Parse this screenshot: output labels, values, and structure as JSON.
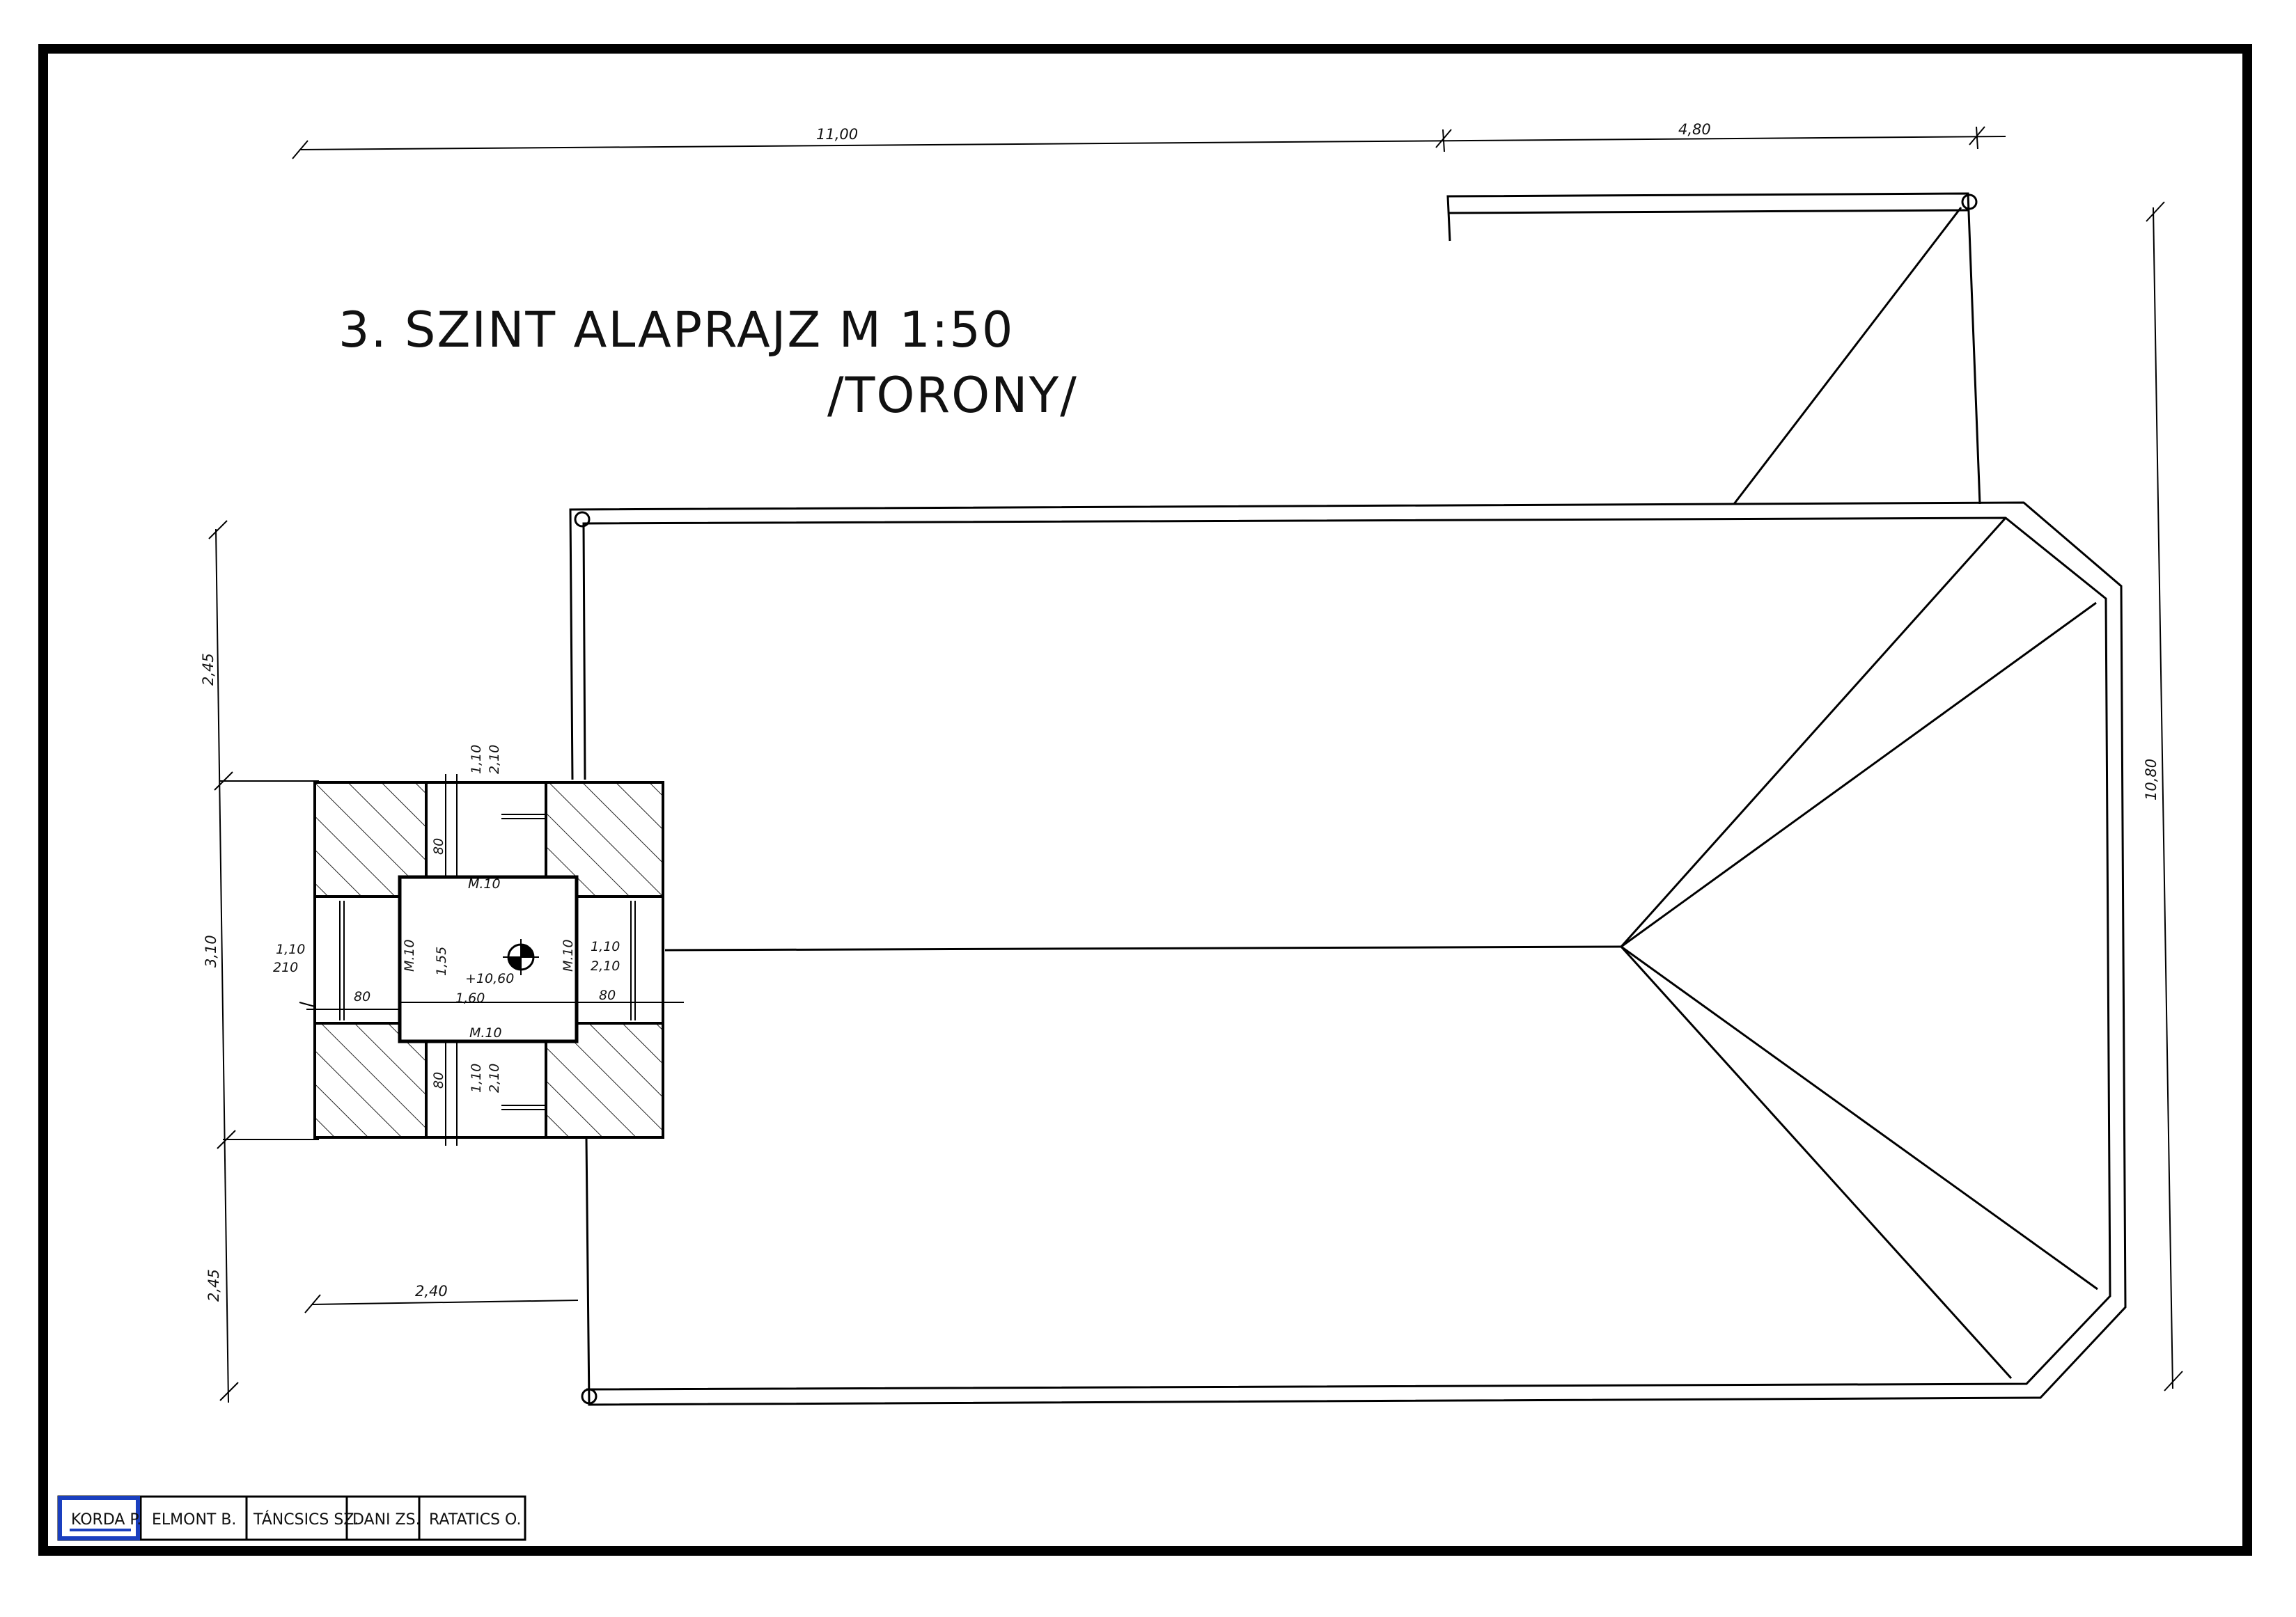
{
  "drawing": {
    "title_line1": "3. SZINT  ALAPRAJZ    M 1:50",
    "title_line2": "/TORONY/"
  },
  "dimensions": {
    "top_main": "11,00",
    "top_wing": "4,80",
    "right_total": "10,80",
    "left_top": "2,45",
    "left_mid": "3,10",
    "left_bottom": "2,45",
    "bottom_offset": "2,40"
  },
  "tower": {
    "top_opening": "1,10",
    "top_opening_h": "2,10",
    "top_depth": "80",
    "top_door": "M.10",
    "left_opening": "1,10",
    "left_opening_h": "210",
    "left_depth": "80",
    "left_door": "M.10",
    "right_opening": "1,10",
    "right_opening_h": "2,10",
    "right_depth": "80",
    "right_door": "M.10",
    "bottom_door": "M.10",
    "bottom_depth": "80",
    "bottom_opening": "1,10",
    "bottom_opening_h": "2,10",
    "room_height": "1,55",
    "room_width": "1,60",
    "level": "+10,60"
  },
  "title_block": {
    "names": [
      "KORDA P.",
      "ELMONT B.",
      "TÁNCSICS SZ.",
      "DANI ZS.",
      "RATATICS O."
    ],
    "highlight_color": "#1a3fbf"
  }
}
